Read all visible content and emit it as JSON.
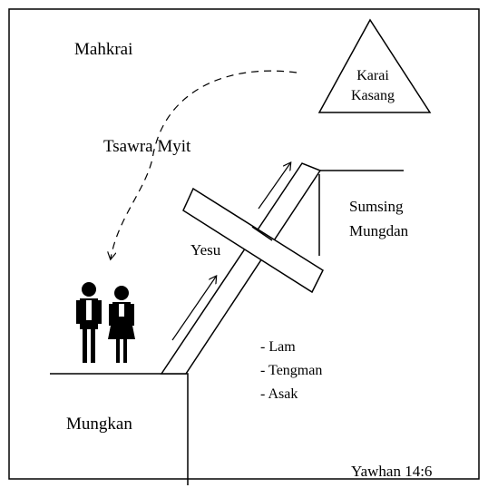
{
  "labels": {
    "top_left": "Mahkrai",
    "triangle_line1": "Karai",
    "triangle_line2": "Kasang",
    "spirit": "Tsawra Myit",
    "cross_name": "Yesu",
    "right_line1": "Sumsing",
    "right_line2": "Mungdan",
    "list": [
      "- Lam",
      "- Tengman",
      "- Asak"
    ],
    "ground": "Mungkan",
    "reference": "Yawhan 14:6"
  },
  "colors": {
    "ink": "#000000",
    "background": "#ffffff"
  },
  "icons": {
    "man": "man-figure-icon",
    "woman": "woman-figure-icon",
    "cross": "cross-icon",
    "triangle": "triangle-icon"
  }
}
